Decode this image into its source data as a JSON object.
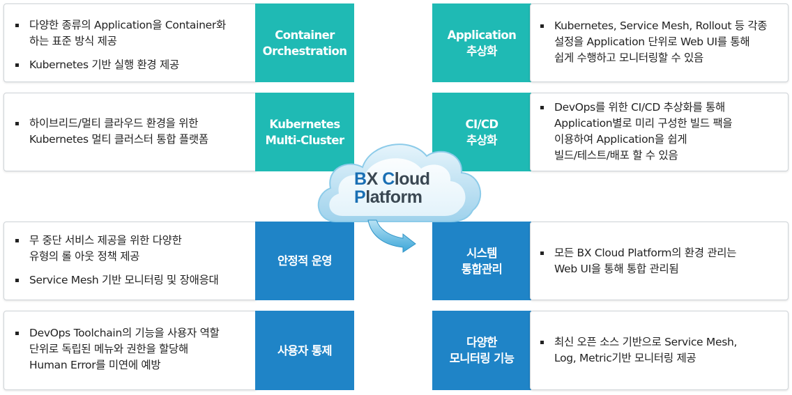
{
  "cloud": {
    "line1": "BX Cloud",
    "line2": "Platform"
  },
  "colors": {
    "teal": "#1fbab4",
    "blue": "#1f84c7"
  },
  "left": [
    {
      "title": "Container\nOrchestration",
      "bullets": [
        "다양한 종류의 Application을 Container화\n하는 표준 방식 제공",
        "Kubernetes 기반 실행 환경 제공"
      ]
    },
    {
      "title": "Kubernetes\nMulti-Cluster",
      "bullets": [
        "하이브리드/멀티 클라우드 환경을 위한\nKubernetes 멀티 클러스터 통합 플랫폼"
      ]
    },
    {
      "title": "안정적 운영",
      "bullets": [
        "무 중단 서비스 제공을 위한 다양한\n유형의 롤 아웃 정책 제공",
        "Service Mesh 기반 모니터링 및 장애응대"
      ]
    },
    {
      "title": "사용자 통제",
      "bullets": [
        "DevOps Toolchain의 기능을 사용자 역할\n단위로 독립된 메뉴와 권한을 할당해\nHuman Error를 미연에 예방"
      ]
    }
  ],
  "right": [
    {
      "title": "Application\n추상화",
      "bullets": [
        "Kubernetes, Service Mesh, Rollout 등 각종\n설정을 Application 단위로 Web UI를 통해\n쉽게 수행하고 모니터링할 수 있음"
      ]
    },
    {
      "title": "CI/CD\n추상화",
      "bullets": [
        "DevOps를 위한 CI/CD 추상화를 통해\nApplication별로 미리 구성한 빌드 팩을\n이용하여 Application을 쉽게\n빌드/테스트/배포 할 수 있음"
      ]
    },
    {
      "title": "시스템\n통합관리",
      "bullets": [
        "모든 BX Cloud Platform의 환경 관리는\nWeb UI을 통해 통합 관리됨"
      ]
    },
    {
      "title": "다양한\n모니터링 기능",
      "bullets": [
        "최신 오픈 소스 기반으로 Service Mesh,\nLog, Metric기반 모니터링 제공"
      ]
    }
  ]
}
